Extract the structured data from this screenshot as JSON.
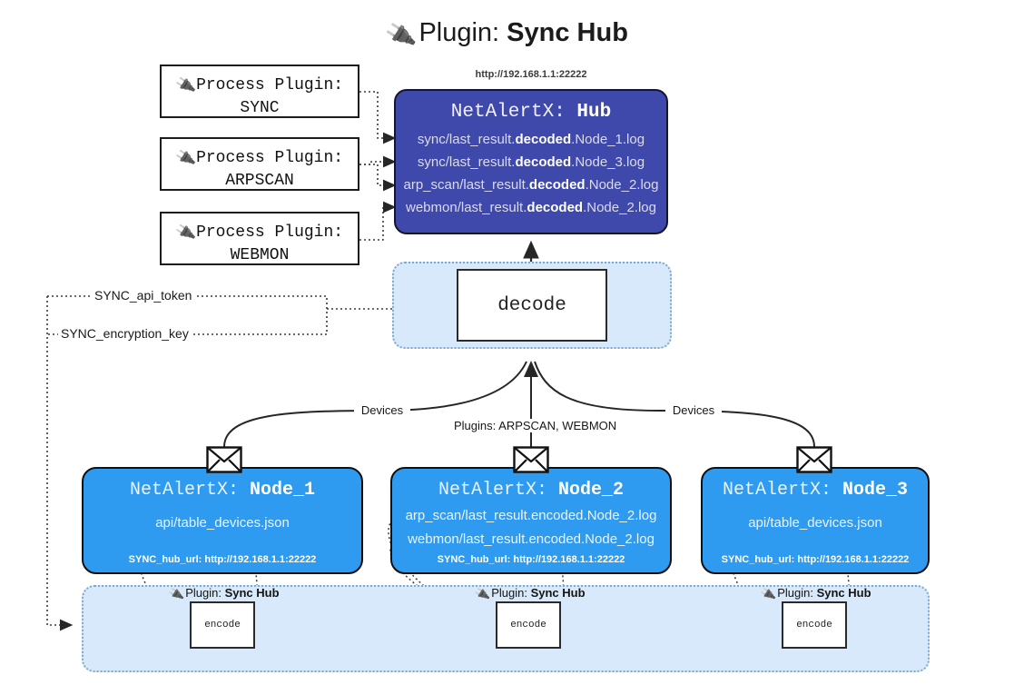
{
  "title": {
    "icon": "plug-icon",
    "prefix": "Plugin: ",
    "name": "Sync Hub",
    "glyph": "🔌"
  },
  "process_plugins": [
    {
      "line1": "Process Plugin:",
      "line2": "SYNC",
      "icon": "plug-icon"
    },
    {
      "line1": "Process Plugin:",
      "line2": "ARPSCAN",
      "icon": "plug-icon"
    },
    {
      "line1": "Process Plugin:",
      "line2": "WEBMON",
      "icon": "plug-icon"
    }
  ],
  "hub": {
    "url": "http://192.168.1.1:22222",
    "title_prefix": "NetAlertX: ",
    "title_name": "Hub",
    "lines": [
      {
        "pre": "sync/last_result.",
        "mid": "decoded",
        "post": ".Node_1.log"
      },
      {
        "pre": "sync/last_result.",
        "mid": "decoded",
        "post": ".Node_3.log"
      },
      {
        "pre": "arp_scan/last_result.",
        "mid": "decoded",
        "post": ".Node_2.log"
      },
      {
        "pre": "webmon/last_result.",
        "mid": "decoded",
        "post": ".Node_2.log"
      }
    ]
  },
  "decode": {
    "label": "decode"
  },
  "tokens": {
    "api_token": "SYNC_api_token",
    "encryption_key": "SYNC_encryption_key"
  },
  "edges": {
    "devices_left": "Devices",
    "devices_right": "Devices",
    "plugins_middle": "Plugins: ARPSCAN, WEBMON"
  },
  "nodes": [
    {
      "title_prefix": "NetAlertX: ",
      "title_name": "Node_1",
      "lines": [
        "api/table_devices.json"
      ],
      "hub_url_label": "SYNC_hub_url: http://192.168.1.1:22222",
      "envelope_icon": "envelope-icon"
    },
    {
      "title_prefix": "NetAlertX: ",
      "title_name": "Node_2",
      "lines": [
        "arp_scan/last_result.encoded.Node_2.log",
        "webmon/last_result.encoded.Node_2.log"
      ],
      "hub_url_label": "SYNC_hub_url: http://192.168.1.1:22222",
      "envelope_icon": "envelope-icon"
    },
    {
      "title_prefix": "NetAlertX: ",
      "title_name": "Node_3",
      "lines": [
        "api/table_devices.json"
      ],
      "hub_url_label": "SYNC_hub_url: http://192.168.1.1:22222",
      "envelope_icon": "envelope-icon"
    }
  ],
  "encoders": [
    {
      "caption_prefix": "Plugin: ",
      "caption_name": "Sync Hub",
      "label": "encode",
      "icon": "plug-icon"
    },
    {
      "caption_prefix": "Plugin: ",
      "caption_name": "Sync Hub",
      "label": "encode",
      "icon": "plug-icon"
    },
    {
      "caption_prefix": "Plugin: ",
      "caption_name": "Sync Hub",
      "label": "encode",
      "icon": "plug-icon"
    }
  ],
  "colors": {
    "hub": "#3f49ab",
    "node": "#2e9af0",
    "pane": "#d7e9fa",
    "pane_border": "#7fa9cc",
    "stroke": "#2a2a2a"
  }
}
